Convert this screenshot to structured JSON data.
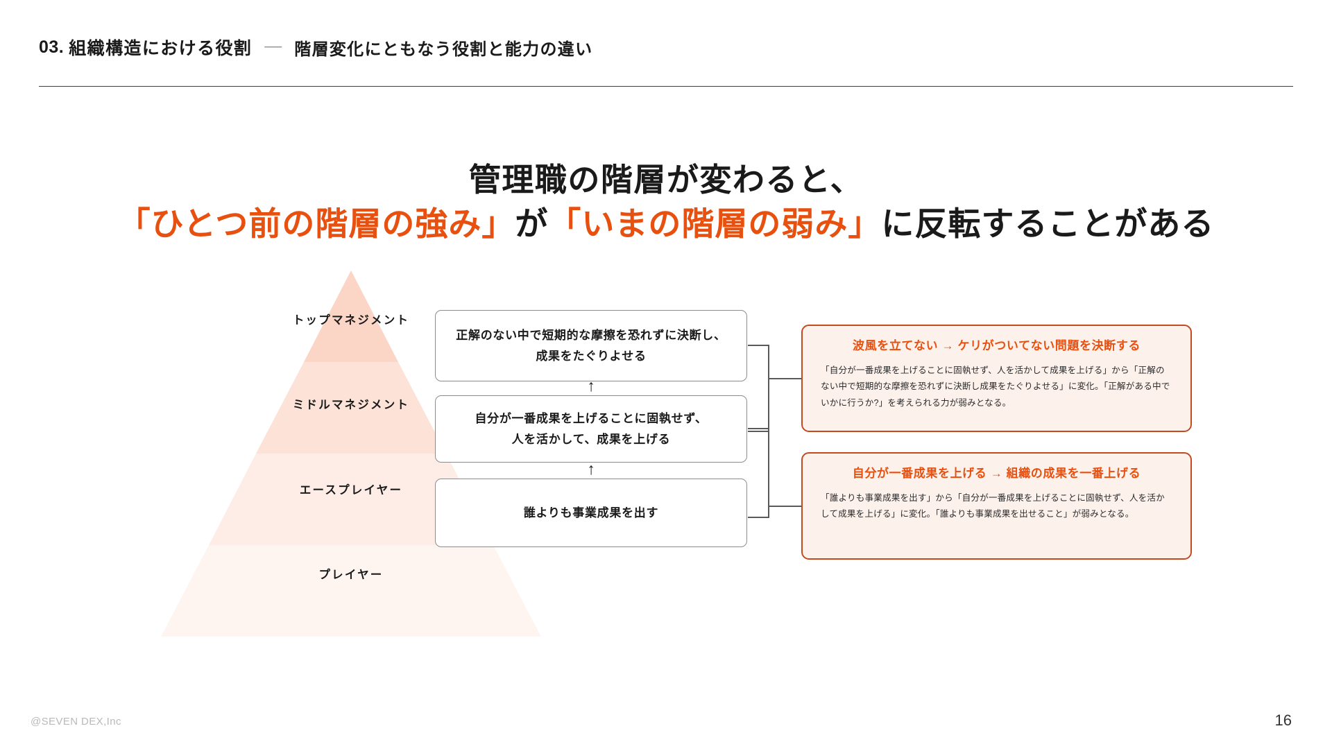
{
  "header": {
    "number": "03.",
    "section": "組織構造における役割",
    "dash": "—",
    "subtitle": "階層変化にともなう役割と能力の違い"
  },
  "title": {
    "line1": "管理職の階層が変わると、",
    "line2_parts": [
      {
        "text": "「ひとつ前の階層の強み」",
        "highlight": true
      },
      {
        "text": "が",
        "highlight": false
      },
      {
        "text": "「いまの階層の弱み」",
        "highlight": true
      },
      {
        "text": "に反転することがある",
        "highlight": false
      }
    ],
    "line2_p1": "「ひとつ前の階層の強み」",
    "line2_p2": "が",
    "line2_p3": "「いまの階層の弱み」",
    "line2_p4": "に反転することがある"
  },
  "pyramid": {
    "layers": [
      {
        "label": "トップマネジメント",
        "color": "#FBD5C6"
      },
      {
        "label": "ミドルマネジメント",
        "color": "#FCE2D7"
      },
      {
        "label": "エースプレイヤー",
        "color": "#FDEDE6"
      },
      {
        "label": "プレイヤー",
        "color": "#FEF5F1"
      }
    ]
  },
  "role_boxes": [
    {
      "line1": "正解のない中で短期的な摩擦を恐れずに決断し、",
      "line2": "成果をたぐりよせる"
    },
    {
      "line1": "自分が一番成果を上げることに固執せず、",
      "line2": "人を活かして、成果を上げる"
    },
    {
      "line1": "誰よりも事業成果を出す",
      "line2": ""
    }
  ],
  "arrows": {
    "glyph": "↑"
  },
  "callouts": [
    {
      "heading": "波風を立てない → ケリがついてない問題を決断する",
      "body": "「自分が一番成果を上げることに固執せず、人を活かして成果を上げる」から「正解のない中で短期的な摩擦を恐れずに決断し成果をたぐりよせる」に変化。「正解がある中でいかに行うか?」を考えられる力が弱みとなる。"
    },
    {
      "heading": "自分が一番成果を上げる → 組織の成果を一番上げる",
      "body": "「誰よりも事業成果を出す」から「自分が一番成果を上げることに固執せず、人を活かして成果を上げる」に変化。「誰よりも事業成果を出せること」が弱みとなる。"
    }
  ],
  "footer": {
    "brand": "@SEVEN DEX,Inc",
    "page": "16"
  },
  "colors": {
    "accent": "#E8500F",
    "callout_border": "#C44A1E",
    "callout_fill": "#FDF1EC",
    "connector": "#595959",
    "box_border": "#8c8c8c"
  }
}
